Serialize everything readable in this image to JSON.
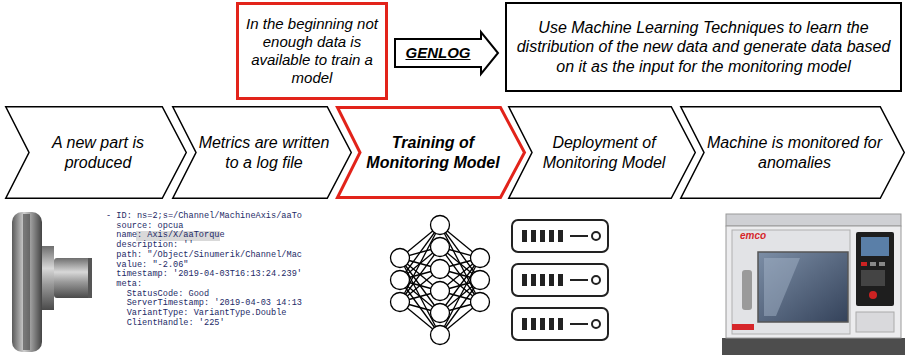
{
  "diagram": {
    "nodes": [
      {
        "text": [
          "In the beginning not enough data is available to train a model"
        ]
      },
      {
        "text": [
          "Use Machine Learning Techniques to learn the distribution of the new data and generate data based on it as the input for the monitoring model"
        ]
      },
      {
        "text": [
          "A new part is produced"
        ]
      },
      {
        "text": [
          "Metrics are written to a log file"
        ]
      },
      {
        "text": [
          "Training of Monitoring Model"
        ]
      },
      {
        "text": [
          "Deployment of Monitoring Model"
        ]
      },
      {
        "text": [
          "Machine is monitored for anomalies"
        ]
      }
    ],
    "edges": [
      {
        "from": 0,
        "to": 1,
        "arrow": "to",
        "label": "GENLOG"
      }
    ],
    "labels": [
      "- ID: ns=2;s=/Channel/MachineAxis/aaTo",
      "source: opcua",
      "name: Axis/X/aaTorque",
      "description: ''",
      "path: \"/Object/Sinumerik/Channel/Mac",
      "value: \"-2.06\"",
      "timestamp: '2019-04-03T16:13:24.239'",
      "meta:",
      "StatusCode: Good",
      "ServerTimestamp: '2019-04-03 14:13",
      "VariantType: VariantType.Double",
      "ClientHandle: '225'",
      "emco"
    ]
  }
}
